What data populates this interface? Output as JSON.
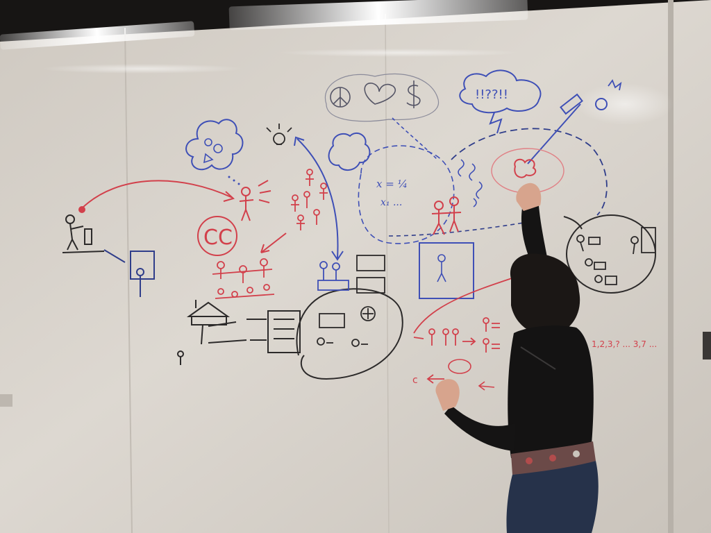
{
  "scene": {
    "description_labels": {
      "cc": "CC",
      "formula_top": "x = ¼",
      "formula_bottom": "x₁ ...",
      "thought_text": "!!??!!",
      "seq_text": "1,2,3,? ... 3,7 ..."
    },
    "colors": {
      "wall": "#d9d3cb",
      "ceiling": "#1a1817",
      "marker_red": "#d2404b",
      "marker_blue": "#3e4fb6",
      "marker_black": "#2c2a2a",
      "hair": "#1b1715",
      "jacket": "#141313",
      "jeans": "#26324a"
    }
  }
}
